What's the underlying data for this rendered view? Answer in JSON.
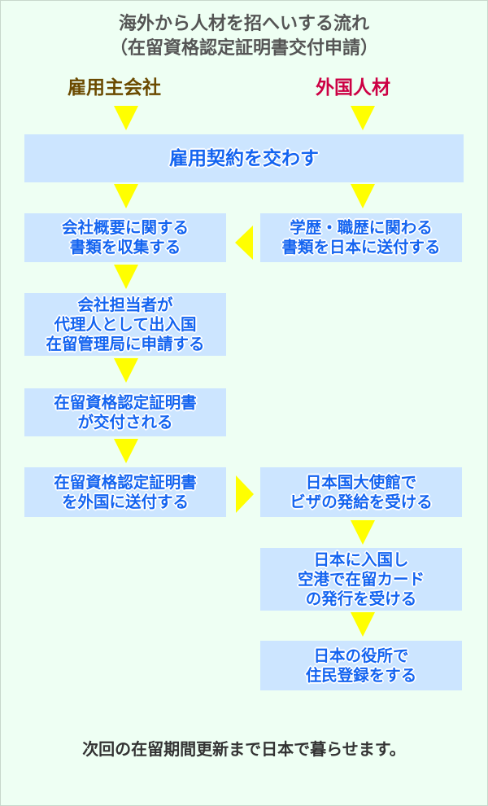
{
  "title": {
    "line1": "海外から人材を招へいする流れ",
    "line2": "（在留資格認定証明書交付申請）"
  },
  "columns": {
    "employer": "雇用主会社",
    "foreigner": "外国人材",
    "employer_color": "#6b4a00",
    "foreigner_color": "#cc0044"
  },
  "steps": {
    "contract": "雇用契約を交わす",
    "company_docs": "会社概要に関する\n書類を収集する",
    "send_docs": "学歴・職歴に関わる\n書類を日本に送付する",
    "apply": "会社担当者が\n代理人として出入国\n在留管理局に申請する",
    "issued": "在留資格認定証明書\nが交付される",
    "send_cert": "在留資格認定証明書\nを外国に送付する",
    "visa": "日本国大使館で\nビザの発給を受ける",
    "enter": "日本に入国し\n空港で在留カード\nの発行を受ける",
    "register": "日本の役所で\n住民登録をする"
  },
  "footer": "次回の在留期間更新まで日本で暮らせます。",
  "colors": {
    "box": "#cce5ff",
    "arrow": "#ffff00",
    "text": "#1464f0",
    "background": "#eefff3"
  }
}
